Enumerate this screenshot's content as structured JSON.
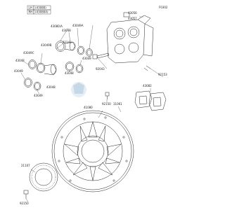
{
  "diagram_id": "F0302",
  "legend": [
    {
      "code": "LH",
      "part": "(43080)"
    },
    {
      "code": "RH",
      "part": "(43080A)"
    }
  ],
  "labels": {
    "l43080a": "43080/A",
    "l43049a": "43049A",
    "l43048a": "43048",
    "l92143": "92143",
    "l43049b": "43049B",
    "l43049c": "43049C",
    "l43048b": "43048",
    "l43049d": "43049",
    "l43049e": "43049",
    "l43048c": "43048",
    "l43056": "43056",
    "l43057": "43057",
    "l92043": "92043",
    "l92153a": "92153",
    "l43082": "43082",
    "l92150a": "92150",
    "l11061": "11061",
    "l41080": "41080",
    "l21107": "21107",
    "l92150b": "92150",
    "l43049f": "43049",
    "l43048d": "43048"
  }
}
